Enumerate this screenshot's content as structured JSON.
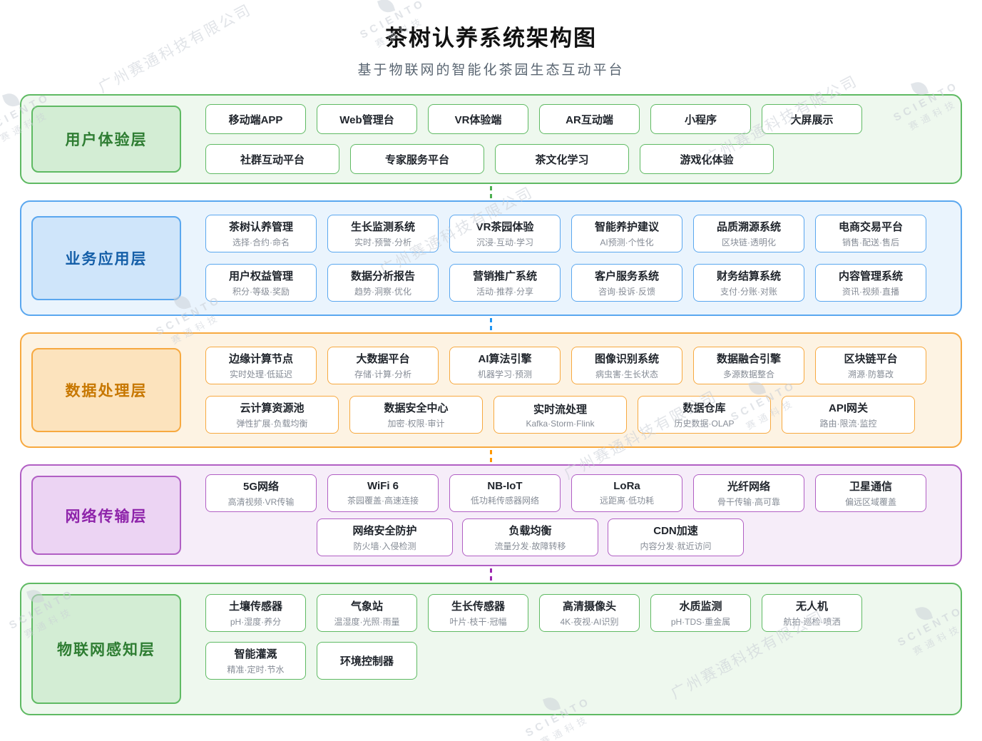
{
  "title": "茶树认养系统架构图",
  "subtitle": "基于物联网的智能化茶园生态互动平台",
  "watermark": {
    "company": "广州赛通科技有限公司",
    "brand": "SCIENTO",
    "brand_cn": "赛通科技"
  },
  "themes": {
    "green": {
      "border": "#5fba63",
      "fill": "#eef8ee",
      "label_bg": "#d3edd4",
      "label_color": "#2e7d32",
      "connector": "#4caf50"
    },
    "blue": {
      "border": "#5aa7ef",
      "fill": "#eaf4fd",
      "label_bg": "#cfe5fa",
      "label_color": "#155fa8",
      "connector": "#2196f3"
    },
    "orange": {
      "border": "#f7a940",
      "fill": "#fdf3e3",
      "label_bg": "#fce3bd",
      "label_color": "#c77700",
      "connector": "#ff9800"
    },
    "purple": {
      "border": "#b15fc4",
      "fill": "#f6edf9",
      "label_bg": "#ecd4f3",
      "label_color": "#8e24aa",
      "connector": "#9c27b0"
    }
  },
  "layers": [
    {
      "id": "user-experience",
      "label": "用户体验层",
      "theme": "green",
      "rows": [
        {
          "items": [
            {
              "title": "移动端APP"
            },
            {
              "title": "Web管理台"
            },
            {
              "title": "VR体验端"
            },
            {
              "title": "AR互动端"
            },
            {
              "title": "小程序"
            },
            {
              "title": "大屏展示"
            }
          ]
        },
        {
          "items": [
            {
              "title": "社群互动平台"
            },
            {
              "title": "专家服务平台"
            },
            {
              "title": "茶文化学习"
            },
            {
              "title": "游戏化体验"
            }
          ]
        }
      ]
    },
    {
      "id": "business-application",
      "label": "业务应用层",
      "theme": "blue",
      "rows": [
        {
          "items": [
            {
              "title": "茶树认养管理",
              "subtitle": "选择·合约·命名"
            },
            {
              "title": "生长监测系统",
              "subtitle": "实时·预警·分析"
            },
            {
              "title": "VR茶园体验",
              "subtitle": "沉浸·互动·学习"
            },
            {
              "title": "智能养护建议",
              "subtitle": "AI预测·个性化"
            },
            {
              "title": "品质溯源系统",
              "subtitle": "区块链·透明化"
            },
            {
              "title": "电商交易平台",
              "subtitle": "销售·配送·售后"
            }
          ]
        },
        {
          "items": [
            {
              "title": "用户权益管理",
              "subtitle": "积分·等级·奖励"
            },
            {
              "title": "数据分析报告",
              "subtitle": "趋势·洞察·优化"
            },
            {
              "title": "营销推广系统",
              "subtitle": "活动·推荐·分享"
            },
            {
              "title": "客户服务系统",
              "subtitle": "咨询·投诉·反馈"
            },
            {
              "title": "财务结算系统",
              "subtitle": "支付·分账·对账"
            },
            {
              "title": "内容管理系统",
              "subtitle": "资讯·视频·直播"
            }
          ]
        }
      ]
    },
    {
      "id": "data-processing",
      "label": "数据处理层",
      "theme": "orange",
      "rows": [
        {
          "items": [
            {
              "title": "边缘计算节点",
              "subtitle": "实时处理·低延迟"
            },
            {
              "title": "大数据平台",
              "subtitle": "存储·计算·分析"
            },
            {
              "title": "AI算法引擎",
              "subtitle": "机器学习·预测"
            },
            {
              "title": "图像识别系统",
              "subtitle": "病虫害·生长状态"
            },
            {
              "title": "数据融合引擎",
              "subtitle": "多源数据整合"
            },
            {
              "title": "区块链平台",
              "subtitle": "溯源·防篡改"
            }
          ]
        },
        {
          "items": [
            {
              "title": "云计算资源池",
              "subtitle": "弹性扩展·负载均衡"
            },
            {
              "title": "数据安全中心",
              "subtitle": "加密·权限·审计"
            },
            {
              "title": "实时流处理",
              "subtitle": "Kafka·Storm·Flink"
            },
            {
              "title": "数据仓库",
              "subtitle": "历史数据·OLAP"
            },
            {
              "title": "API网关",
              "subtitle": "路由·限流·监控"
            }
          ]
        }
      ]
    },
    {
      "id": "network-transmission",
      "label": "网络传输层",
      "theme": "purple",
      "rows": [
        {
          "items": [
            {
              "title": "5G网络",
              "subtitle": "高清视频·VR传输"
            },
            {
              "title": "WiFi 6",
              "subtitle": "茶园覆盖·高速连接"
            },
            {
              "title": "NB-IoT",
              "subtitle": "低功耗传感器网络"
            },
            {
              "title": "LoRa",
              "subtitle": "远距离·低功耗"
            },
            {
              "title": "光纤网络",
              "subtitle": "骨干传输·高可靠"
            },
            {
              "title": "卫星通信",
              "subtitle": "偏远区域覆盖"
            }
          ]
        },
        {
          "items": [
            {
              "title": "网络安全防护",
              "subtitle": "防火墙·入侵检测"
            },
            {
              "title": "负载均衡",
              "subtitle": "流量分发·故障转移"
            },
            {
              "title": "CDN加速",
              "subtitle": "内容分发·就近访问"
            }
          ]
        }
      ]
    },
    {
      "id": "iot-perception",
      "label": "物联网感知层",
      "theme": "green",
      "rows": [
        {
          "items": [
            {
              "title": "土壤传感器",
              "subtitle": "pH·湿度·养分"
            },
            {
              "title": "气象站",
              "subtitle": "温湿度·光照·雨量"
            },
            {
              "title": "生长传感器",
              "subtitle": "叶片·枝干·冠幅"
            },
            {
              "title": "高清摄像头",
              "subtitle": "4K·夜视·AI识别"
            },
            {
              "title": "水质监测",
              "subtitle": "pH·TDS·重金属"
            },
            {
              "title": "无人机",
              "subtitle": "航拍·巡检·喷洒"
            }
          ]
        },
        {
          "items": [
            {
              "title": "智能灌溉",
              "subtitle": "精准·定时·节水"
            },
            {
              "title": "环境控制器"
            }
          ]
        }
      ]
    }
  ]
}
